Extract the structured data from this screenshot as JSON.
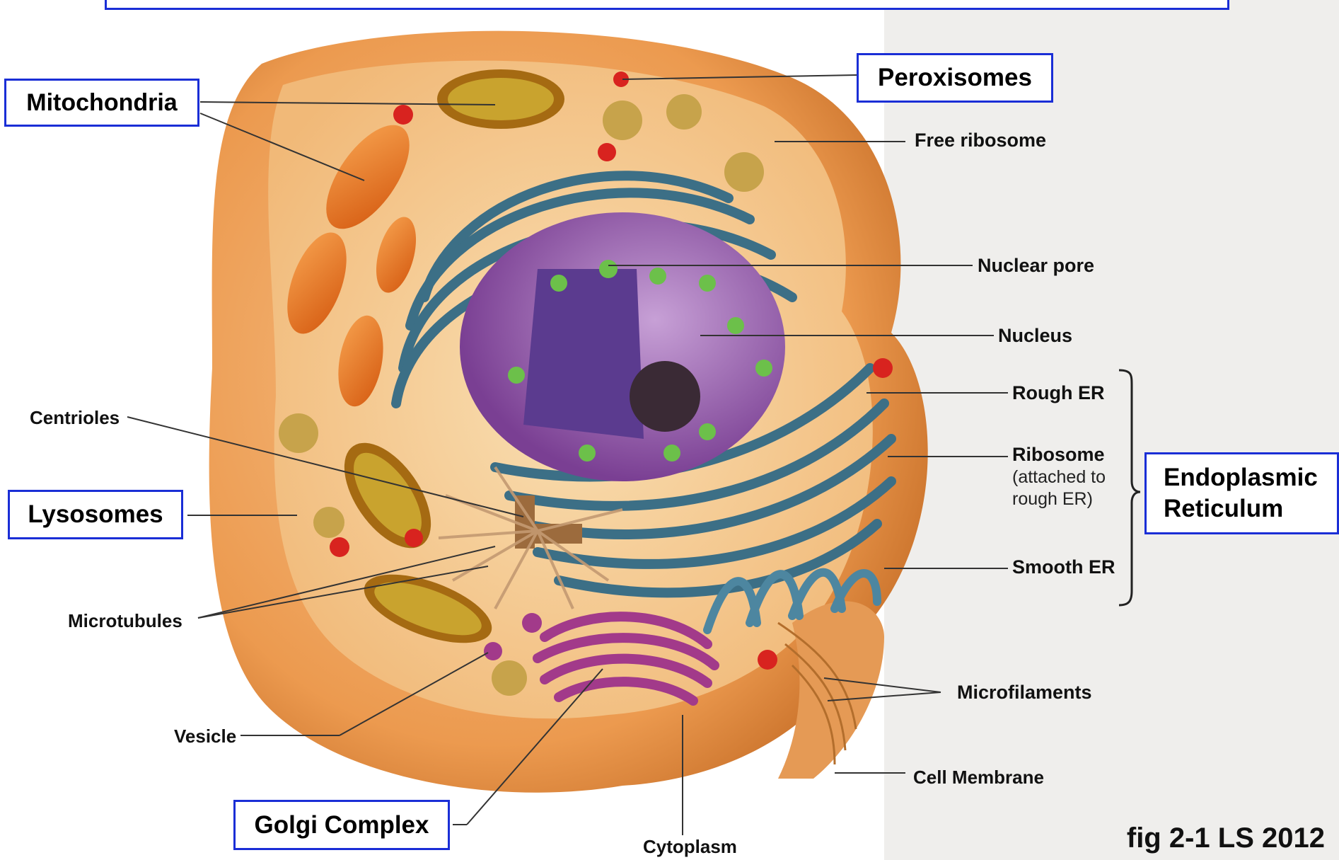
{
  "boxed_labels": {
    "mitochondria": "Mitochondria",
    "peroxisomes": "Peroxisomes",
    "lysosomes": "Lysosomes",
    "golgi_complex": "Golgi Complex",
    "endoplasmic_reticulum_line1": "Endoplasmic",
    "endoplasmic_reticulum_line2": "Reticulum"
  },
  "labels": {
    "free_ribosome": "Free ribosome",
    "nuclear_pore": "Nuclear pore",
    "nucleus": "Nucleus",
    "rough_er": "Rough ER",
    "ribosome": "Ribosome",
    "ribosome_note_line1": "(attached to",
    "ribosome_note_line2": "rough ER)",
    "smooth_er": "Smooth ER",
    "centrioles": "Centrioles",
    "microtubules": "Microtubules",
    "microfilaments": "Microfilaments",
    "vesicle": "Vesicle",
    "cell_membrane": "Cell Membrane",
    "cytoplasm": "Cytoplasm"
  },
  "caption": "fig 2-1 LS 2012",
  "colors": {
    "box_border": "#1a2ed6",
    "cell_outer": "#e58a3c",
    "cytoplasm": "#f3c189",
    "mitochondria": "#e8741f",
    "er": "#3c6f86",
    "nucleus": "#8e4fa6",
    "golgi": "#a23a8a",
    "peroxisome": "#d8231f",
    "lysosome": "#c3a24c"
  }
}
